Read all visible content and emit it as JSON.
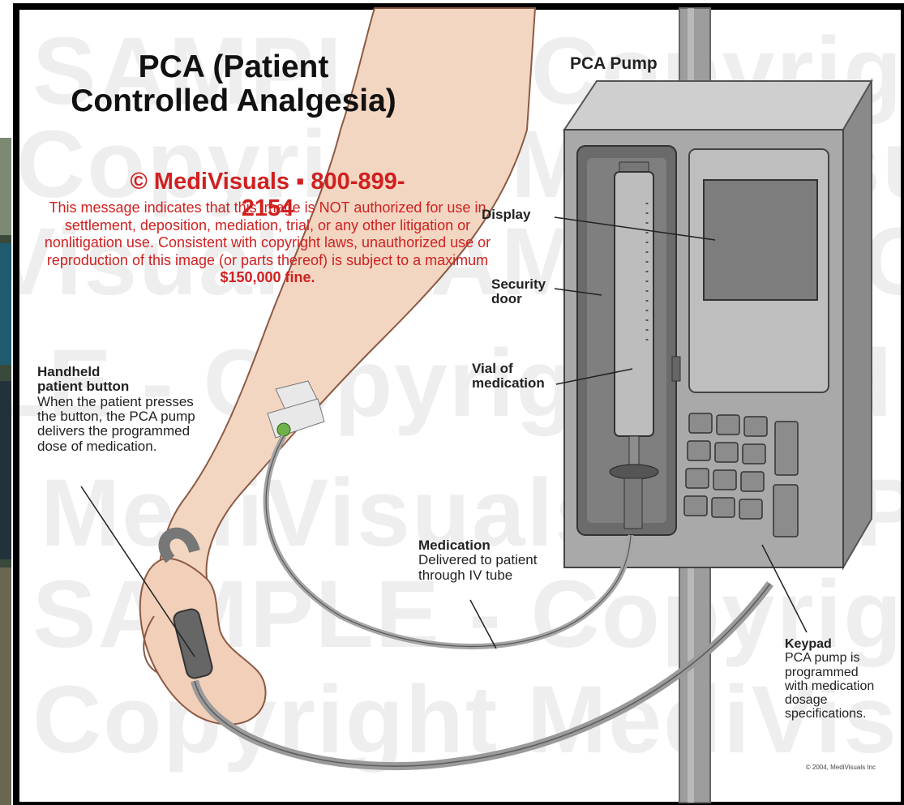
{
  "title": {
    "line1": "PCA (Patient",
    "line2": "Controlled Analgesia)"
  },
  "watermark_notice": {
    "headline": "© MediVisuals ▪ 800-899-2154",
    "body": "This message indicates that this image is NOT authorized for use in settlement, deposition, mediation, trial, or any other litigation or nonlitigation use.  Consistent with copyright laws, unauthorized use or reproduction of this image (or parts thereof) is subject to a maximum",
    "fine": "$150,000 fine."
  },
  "watermark_text": [
    "SAMPLE - Copyright M",
    "Copyright MediVisuals",
    "Visuals SAMPLE - Copy",
    "LE - Copyright MediVis",
    "MediVisuals SAMPLE",
    "SAMPLE - Copyright M",
    "Copyright MediVisuals"
  ],
  "labels": {
    "pump": "PCA Pump",
    "display": "Display",
    "security_door_1": "Security",
    "security_door_2": "door",
    "vial_1": "Vial of",
    "vial_2": "medication",
    "handheld_title_1": "Handheld",
    "handheld_title_2": "patient button",
    "handheld_desc_1": "When the patient presses",
    "handheld_desc_2": "the button, the PCA pump",
    "handheld_desc_3": "delivers the programmed",
    "handheld_desc_4": "dose of medication.",
    "medication_title": "Medication",
    "medication_desc_1": "Delivered to patient",
    "medication_desc_2": "through IV tube",
    "keypad_title": "Keypad",
    "keypad_desc_1": "PCA pump is",
    "keypad_desc_2": "programmed",
    "keypad_desc_3": "with medication",
    "keypad_desc_4": "dosage",
    "keypad_desc_5": "specifications."
  },
  "copyright_small": "© 2004, MediVisuals Inc",
  "colors": {
    "notice_red": "#d02020",
    "pump_gray": "#9b9b9b",
    "skin": "#f3d6c2"
  }
}
